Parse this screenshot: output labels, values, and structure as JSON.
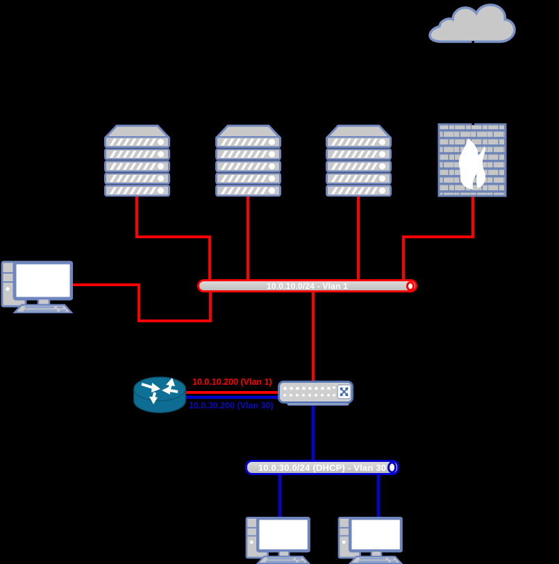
{
  "pipes": {
    "vlan1": {
      "label": "10.0.10.0/24 - Vlan 1",
      "border_color": "#ff0000"
    },
    "vlan30": {
      "label": "10.0.30.0/24 (DHCP) - Vlan 30",
      "border_color": "#0404cc"
    }
  },
  "router": {
    "vlan1_interface": "10.0.10.200 (Vlan 1)",
    "vlan30_interface": "10.0.30.200 (Vlan 30)"
  },
  "colors": {
    "background": "#000000",
    "vlan1_red": "#ff0000",
    "vlan30_blue": "#0404cc",
    "node_fill": "#c9c9c9",
    "node_border": "#6e85bd",
    "router_teal": "#0d6d92",
    "pipe_text": "#ffffff"
  },
  "icons": {
    "cloud": "cloud-icon",
    "server": "server-icon",
    "firewall": "firewall-icon",
    "router": "router-icon",
    "switch": "switch-icon",
    "desktop": "desktop-computer-icon"
  }
}
